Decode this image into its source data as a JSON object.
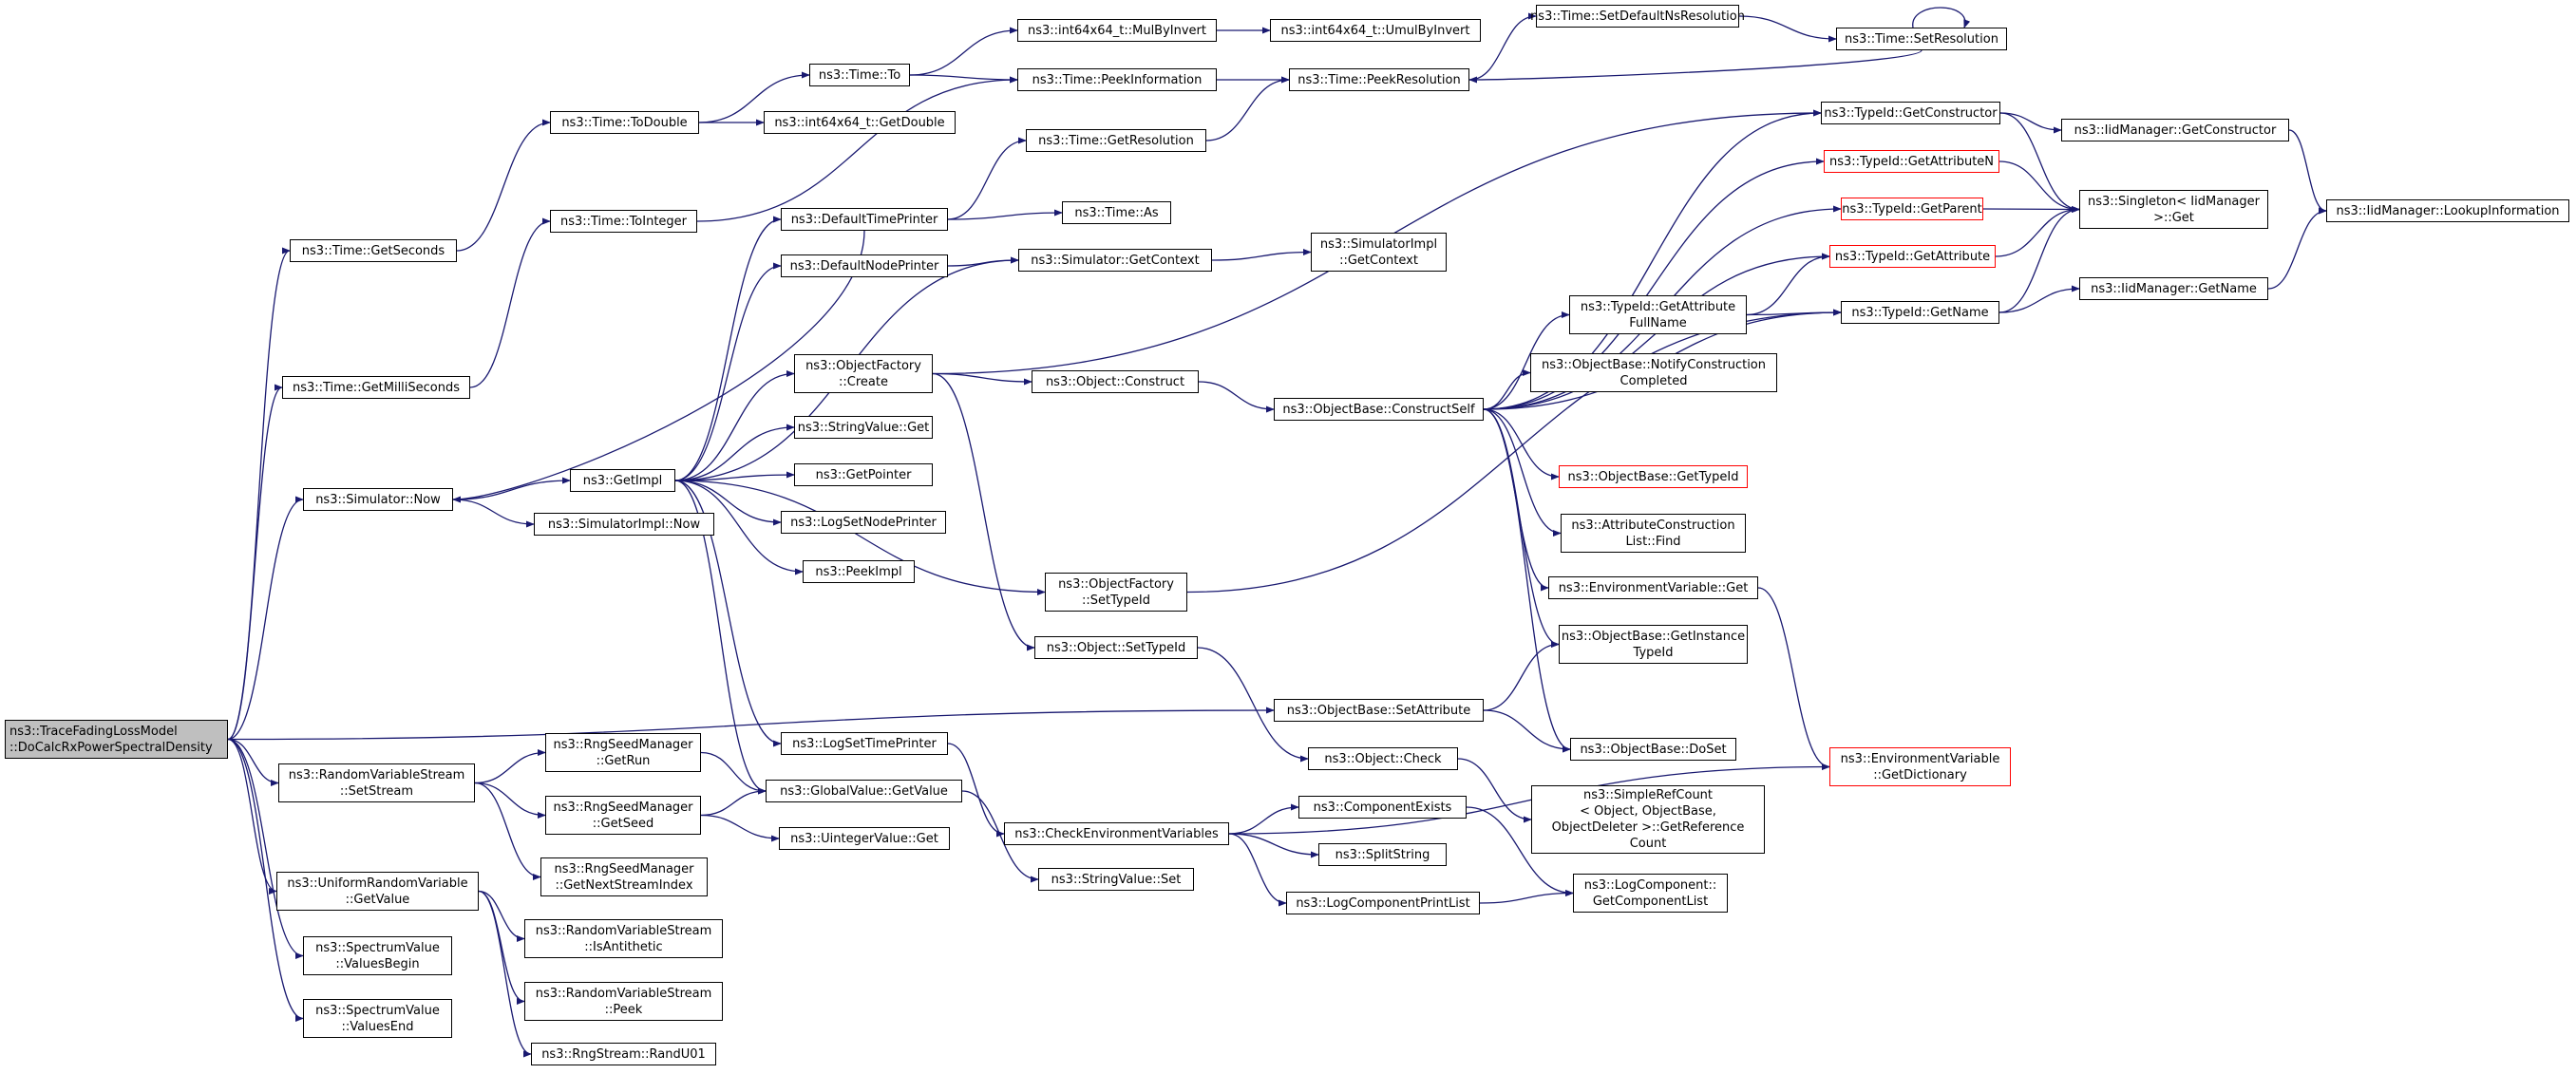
{
  "diagram": {
    "title": "",
    "edge_color": "#191970",
    "truncated_border_color": "#ff0000",
    "nodes": [
      {
        "id": "root",
        "label": "ns3::TraceFadingLossModel\n::DoCalcRxPowerSpectralDensity",
        "root": true
      },
      {
        "id": "GetSeconds",
        "label": "ns3::Time::GetSeconds"
      },
      {
        "id": "GetMilliSeconds",
        "label": "ns3::Time::GetMilliSeconds"
      },
      {
        "id": "SimulatorNow",
        "label": "ns3::Simulator::Now"
      },
      {
        "id": "RVSSetStream",
        "label": "ns3::RandomVariableStream\n::SetStream"
      },
      {
        "id": "URVGetValue",
        "label": "ns3::UniformRandomVariable\n::GetValue"
      },
      {
        "id": "SVValuesBegin",
        "label": "ns3::SpectrumValue\n::ValuesBegin"
      },
      {
        "id": "SVValuesEnd",
        "label": "ns3::SpectrumValue\n::ValuesEnd"
      },
      {
        "id": "ToDouble",
        "label": "ns3::Time::ToDouble"
      },
      {
        "id": "ToInteger",
        "label": "ns3::Time::ToInteger"
      },
      {
        "id": "GetImpl",
        "label": "ns3::GetImpl"
      },
      {
        "id": "SimImplNow",
        "label": "ns3::SimulatorImpl::Now"
      },
      {
        "id": "RSMGetRun",
        "label": "ns3::RngSeedManager\n::GetRun"
      },
      {
        "id": "RSMGetSeed",
        "label": "ns3::RngSeedManager\n::GetSeed"
      },
      {
        "id": "RSMGetNextStreamIndex",
        "label": "ns3::RngSeedManager\n::GetNextStreamIndex"
      },
      {
        "id": "RVSIsAntithetic",
        "label": "ns3::RandomVariableStream\n::IsAntithetic"
      },
      {
        "id": "RVSPeek",
        "label": "ns3::RandomVariableStream\n::Peek"
      },
      {
        "id": "RandU01",
        "label": "ns3::RngStream::RandU01"
      },
      {
        "id": "TimeTo",
        "label": "ns3::Time::To"
      },
      {
        "id": "I64GetDouble",
        "label": "ns3::int64x64_t::GetDouble"
      },
      {
        "id": "DefaultTimePrinter",
        "label": "ns3::DefaultTimePrinter"
      },
      {
        "id": "DefaultNodePrinter",
        "label": "ns3::DefaultNodePrinter"
      },
      {
        "id": "OFCreate",
        "label": "ns3::ObjectFactory\n::Create"
      },
      {
        "id": "StringValueGet",
        "label": "ns3::StringValue::Get"
      },
      {
        "id": "GetPointer",
        "label": "ns3::GetPointer"
      },
      {
        "id": "LogSetNodePrinter",
        "label": "ns3::LogSetNodePrinter"
      },
      {
        "id": "PeekImpl",
        "label": "ns3::PeekImpl"
      },
      {
        "id": "LogSetTimePrinter",
        "label": "ns3::LogSetTimePrinter"
      },
      {
        "id": "GVGetValue",
        "label": "ns3::GlobalValue::GetValue"
      },
      {
        "id": "UIVGet",
        "label": "ns3::UintegerValue::Get"
      },
      {
        "id": "MulByInvert",
        "label": "ns3::int64x64_t::MulByInvert"
      },
      {
        "id": "PeekInformation",
        "label": "ns3::Time::PeekInformation"
      },
      {
        "id": "GetResolution",
        "label": "ns3::Time::GetResolution"
      },
      {
        "id": "TimeAs",
        "label": "ns3::Time::As"
      },
      {
        "id": "SimGetContext",
        "label": "ns3::Simulator::GetContext"
      },
      {
        "id": "ObjConstruct",
        "label": "ns3::Object::Construct"
      },
      {
        "id": "OFSetTypeId",
        "label": "ns3::ObjectFactory\n::SetTypeId"
      },
      {
        "id": "ObjSetTypeId",
        "label": "ns3::Object::SetTypeId"
      },
      {
        "id": "CheckEnvVars",
        "label": "ns3::CheckEnvironmentVariables"
      },
      {
        "id": "SVSet",
        "label": "ns3::StringValue::Set"
      },
      {
        "id": "UmulByInvert",
        "label": "ns3::int64x64_t::UmulByInvert"
      },
      {
        "id": "PeekResolution",
        "label": "ns3::Time::PeekResolution"
      },
      {
        "id": "SimImplGetContext",
        "label": "ns3::SimulatorImpl\n::GetContext"
      },
      {
        "id": "OBConstructSelf",
        "label": "ns3::ObjectBase::ConstructSelf"
      },
      {
        "id": "OBSetAttribute",
        "label": "ns3::ObjectBase::SetAttribute"
      },
      {
        "id": "ObjCheck",
        "label": "ns3::Object::Check"
      },
      {
        "id": "ComponentExists",
        "label": "ns3::ComponentExists"
      },
      {
        "id": "SplitString",
        "label": "ns3::SplitString"
      },
      {
        "id": "LogComponentPrintList",
        "label": "ns3::LogComponentPrintList"
      },
      {
        "id": "SetDefaultNsResolution",
        "label": "ns3::Time::SetDefaultNsResolution"
      },
      {
        "id": "SetResolution",
        "label": "ns3::Time::SetResolution"
      },
      {
        "id": "TIGetConstructor",
        "label": "ns3::TypeId::GetConstructor"
      },
      {
        "id": "TIGetAttributeN",
        "label": "ns3::TypeId::GetAttributeN",
        "truncated": true
      },
      {
        "id": "TIGetParent",
        "label": "ns3::TypeId::GetParent",
        "truncated": true
      },
      {
        "id": "TIGetAttribute",
        "label": "ns3::TypeId::GetAttribute",
        "truncated": true
      },
      {
        "id": "TIGetAttributeFullName",
        "label": "ns3::TypeId::GetAttribute\nFullName"
      },
      {
        "id": "OBNotifyConstructionCompleted",
        "label": "ns3::ObjectBase::NotifyConstruction\nCompleted"
      },
      {
        "id": "OBGetTypeId",
        "label": "ns3::ObjectBase::GetTypeId",
        "truncated": true
      },
      {
        "id": "ACLFind",
        "label": "ns3::AttributeConstruction\nList::Find"
      },
      {
        "id": "EnvVarGet",
        "label": "ns3::EnvironmentVariable::Get"
      },
      {
        "id": "OBGetInstanceTypeId",
        "label": "ns3::ObjectBase::GetInstance\nTypeId"
      },
      {
        "id": "OBDoSet",
        "label": "ns3::ObjectBase::DoSet"
      },
      {
        "id": "SRCGetReferenceCount",
        "label": "ns3::SimpleRefCount\n< Object, ObjectBase,\n ObjectDeleter >::GetReference\nCount"
      },
      {
        "id": "LCGetComponentList",
        "label": "ns3::LogComponent::\nGetComponentList"
      },
      {
        "id": "TIGetName",
        "label": "ns3::TypeId::GetName"
      },
      {
        "id": "EnvVarGetDictionary",
        "label": "ns3::EnvironmentVariable\n::GetDictionary",
        "truncated": true
      },
      {
        "id": "IMGetConstructor",
        "label": "ns3::IidManager::GetConstructor"
      },
      {
        "id": "SingletonGet",
        "label": "ns3::Singleton< IidManager\n >::Get"
      },
      {
        "id": "IMGetName",
        "label": "ns3::IidManager::GetName"
      },
      {
        "id": "IMLookupInformation",
        "label": "ns3::IidManager::LookupInformation"
      }
    ],
    "edges": [
      [
        "root",
        "GetSeconds"
      ],
      [
        "root",
        "GetMilliSeconds"
      ],
      [
        "root",
        "SimulatorNow"
      ],
      [
        "root",
        "OBSetAttribute"
      ],
      [
        "root",
        "RVSSetStream"
      ],
      [
        "root",
        "URVGetValue"
      ],
      [
        "root",
        "SVValuesBegin"
      ],
      [
        "root",
        "SVValuesEnd"
      ],
      [
        "GetSeconds",
        "ToDouble"
      ],
      [
        "GetMilliSeconds",
        "ToInteger"
      ],
      [
        "SimulatorNow",
        "GetImpl"
      ],
      [
        "SimulatorNow",
        "SimImplNow"
      ],
      [
        "RVSSetStream",
        "RSMGetRun"
      ],
      [
        "RVSSetStream",
        "RSMGetSeed"
      ],
      [
        "RVSSetStream",
        "RSMGetNextStreamIndex"
      ],
      [
        "URVGetValue",
        "RVSIsAntithetic"
      ],
      [
        "URVGetValue",
        "RVSPeek"
      ],
      [
        "URVGetValue",
        "RandU01"
      ],
      [
        "ToDouble",
        "TimeTo"
      ],
      [
        "ToDouble",
        "I64GetDouble"
      ],
      [
        "ToInteger",
        "PeekInformation"
      ],
      [
        "GetImpl",
        "DefaultTimePrinter"
      ],
      [
        "GetImpl",
        "DefaultNodePrinter"
      ],
      [
        "GetImpl",
        "OFCreate"
      ],
      [
        "GetImpl",
        "StringValueGet"
      ],
      [
        "GetImpl",
        "GetPointer"
      ],
      [
        "GetImpl",
        "LogSetNodePrinter"
      ],
      [
        "GetImpl",
        "PeekImpl"
      ],
      [
        "GetImpl",
        "LogSetTimePrinter"
      ],
      [
        "GetImpl",
        "GVGetValue"
      ],
      [
        "GetImpl",
        "SimGetContext"
      ],
      [
        "GetImpl",
        "OFSetTypeId"
      ],
      [
        "RSMGetRun",
        "GVGetValue"
      ],
      [
        "RSMGetSeed",
        "GVGetValue"
      ],
      [
        "RSMGetSeed",
        "UIVGet"
      ],
      [
        "TimeTo",
        "MulByInvert"
      ],
      [
        "TimeTo",
        "PeekInformation"
      ],
      [
        "DefaultTimePrinter",
        "SimulatorNow"
      ],
      [
        "DefaultTimePrinter",
        "GetResolution"
      ],
      [
        "DefaultTimePrinter",
        "TimeAs"
      ],
      [
        "DefaultNodePrinter",
        "SimGetContext"
      ],
      [
        "OFCreate",
        "ObjConstruct"
      ],
      [
        "OFCreate",
        "ObjSetTypeId"
      ],
      [
        "OFCreate",
        "TIGetConstructor"
      ],
      [
        "OFSetTypeId",
        "TIGetName"
      ],
      [
        "LogSetTimePrinter",
        "CheckEnvVars"
      ],
      [
        "GVGetValue",
        "SVSet"
      ],
      [
        "MulByInvert",
        "UmulByInvert"
      ],
      [
        "PeekInformation",
        "PeekResolution"
      ],
      [
        "GetResolution",
        "PeekResolution"
      ],
      [
        "SimGetContext",
        "SimImplGetContext"
      ],
      [
        "ObjConstruct",
        "OBConstructSelf"
      ],
      [
        "ObjSetTypeId",
        "ObjCheck"
      ],
      [
        "CheckEnvVars",
        "ComponentExists"
      ],
      [
        "CheckEnvVars",
        "SplitString"
      ],
      [
        "CheckEnvVars",
        "LogComponentPrintList"
      ],
      [
        "CheckEnvVars",
        "EnvVarGetDictionary"
      ],
      [
        "PeekResolution",
        "SetDefaultNsResolution"
      ],
      [
        "OBConstructSelf",
        "TIGetConstructor"
      ],
      [
        "OBConstructSelf",
        "TIGetAttributeN"
      ],
      [
        "OBConstructSelf",
        "TIGetParent"
      ],
      [
        "OBConstructSelf",
        "TIGetAttribute"
      ],
      [
        "OBConstructSelf",
        "TIGetAttributeFullName"
      ],
      [
        "OBConstructSelf",
        "OBNotifyConstructionCompleted"
      ],
      [
        "OBConstructSelf",
        "OBGetTypeId"
      ],
      [
        "OBConstructSelf",
        "ACLFind"
      ],
      [
        "OBConstructSelf",
        "EnvVarGet"
      ],
      [
        "OBConstructSelf",
        "OBGetInstanceTypeId"
      ],
      [
        "OBConstructSelf",
        "OBDoSet"
      ],
      [
        "OBConstructSelf",
        "TIGetName"
      ],
      [
        "OBSetAttribute",
        "OBGetInstanceTypeId"
      ],
      [
        "OBSetAttribute",
        "OBDoSet"
      ],
      [
        "ObjCheck",
        "SRCGetReferenceCount"
      ],
      [
        "ComponentExists",
        "LCGetComponentList"
      ],
      [
        "LogComponentPrintList",
        "LCGetComponentList"
      ],
      [
        "SetDefaultNsResolution",
        "SetResolution"
      ],
      [
        "SetResolution",
        "SetResolution"
      ],
      [
        "SetResolution",
        "PeekResolution"
      ],
      [
        "TIGetConstructor",
        "IMGetConstructor"
      ],
      [
        "TIGetConstructor",
        "SingletonGet"
      ],
      [
        "TIGetAttributeN",
        "SingletonGet"
      ],
      [
        "TIGetParent",
        "SingletonGet"
      ],
      [
        "TIGetAttribute",
        "SingletonGet"
      ],
      [
        "TIGetAttributeFullName",
        "TIGetAttribute"
      ],
      [
        "TIGetAttributeFullName",
        "TIGetName"
      ],
      [
        "EnvVarGet",
        "EnvVarGetDictionary"
      ],
      [
        "TIGetName",
        "SingletonGet"
      ],
      [
        "TIGetName",
        "IMGetName"
      ],
      [
        "IMGetConstructor",
        "IMLookupInformation"
      ],
      [
        "IMGetName",
        "IMLookupInformation"
      ]
    ]
  }
}
